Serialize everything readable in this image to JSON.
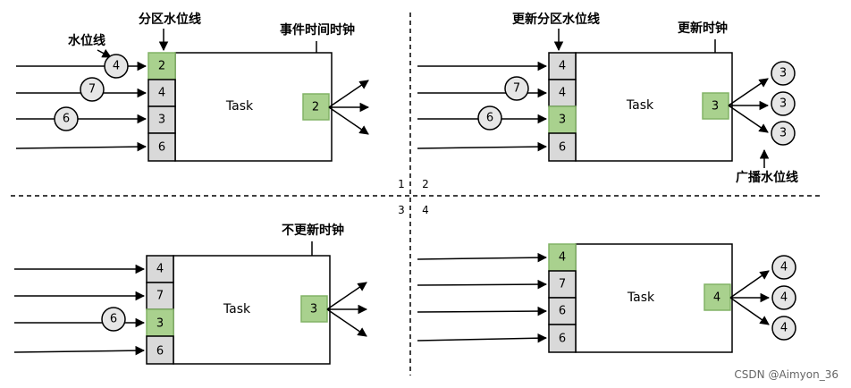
{
  "quadrant_numbers": [
    "1",
    "2",
    "3",
    "4"
  ],
  "task_label": "Task",
  "q1": {
    "label_partition": "分区水位线",
    "label_watermark": "水位线",
    "label_clock": "事件时间时钟",
    "cells": [
      "2",
      "4",
      "3",
      "6"
    ],
    "incoming": [
      "4",
      "7",
      "6"
    ],
    "clock": "2"
  },
  "q2": {
    "label_partition": "更新分区水位线",
    "label_clock": "更新时钟",
    "label_broadcast": "广播水位线",
    "cells": [
      "4",
      "4",
      "3",
      "6"
    ],
    "incoming": [
      "7",
      "6"
    ],
    "clock": "3",
    "outputs": [
      "3",
      "3",
      "3"
    ]
  },
  "q3": {
    "label_clock": "不更新时钟",
    "cells": [
      "4",
      "7",
      "3",
      "6"
    ],
    "incoming": [
      "6"
    ],
    "clock": "3"
  },
  "q4": {
    "cells": [
      "4",
      "7",
      "6",
      "6"
    ],
    "clock": "4",
    "outputs": [
      "4",
      "4",
      "4"
    ]
  },
  "watermark_text": "CSDN @Aimyon_36"
}
